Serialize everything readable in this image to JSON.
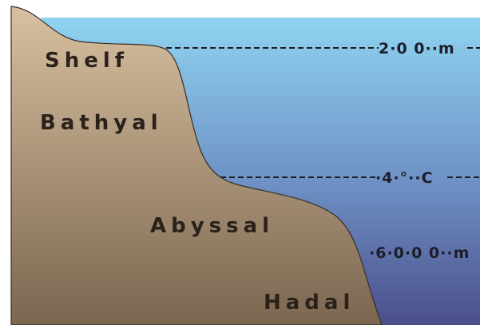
{
  "zones": {
    "shelf": "Shelf",
    "bathyal": "Bathyal",
    "abyssal": "Abyssal",
    "hadal": "Hadal"
  },
  "depth_markers": {
    "m200": "2·0 0··m",
    "temp4c": "·4·°··C",
    "m6000": "·6·0·0 0··m"
  },
  "colors": {
    "water_top": "#8fd3f0",
    "water_bottom": "#4b4f8a",
    "land_top": "#d8c0a0",
    "land_bottom": "#7b6650"
  }
}
